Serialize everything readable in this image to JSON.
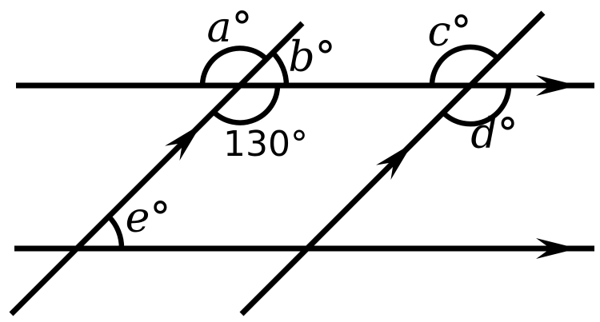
{
  "figure": {
    "background_color": "#ffffff",
    "ink_color": "#000000",
    "labels": {
      "a": "a°",
      "b": "b°",
      "c": "c°",
      "d": "d°",
      "e": "e°",
      "given_angle": "130°"
    }
  }
}
